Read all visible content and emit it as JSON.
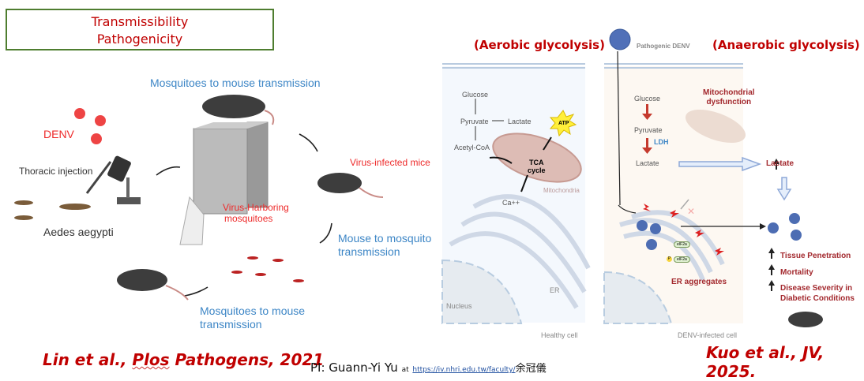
{
  "header": {
    "box_line1": "Transmissibility",
    "box_line2": "Pathogenicity"
  },
  "left_panel": {
    "denv_label": "DENV",
    "thoracic_injection": "Thoracic injection",
    "aedes_aegypti": "Aedes aegypti",
    "mosq_to_mouse_top": "Mosquitoes to mouse transmission",
    "virus_harboring_1": "Virus-Harboring",
    "virus_harboring_2": "mosquitoes",
    "virus_infected_mice": "Virus-infected mice",
    "mouse_to_mosq_1": "Mouse to mosquito",
    "mouse_to_mosq_2": "transmission",
    "mosq_to_mouse_bottom_1": "Mosquitoes to mouse",
    "mosq_to_mouse_bottom_2": "transmission",
    "citation_prefix": "Lin et al., ",
    "citation_journal": "Plos",
    "citation_suffix": " Pathogens, 2021"
  },
  "aerobic_panel": {
    "title": "(Aerobic glycolysis)",
    "glucose": "Glucose",
    "pyruvate": "Pyruvate",
    "lactate": "Lactate",
    "acetyl_coa": "Acetyl-CoA",
    "atp": "ATP",
    "tca_1": "TCA",
    "tca_2": "cycle",
    "mitochondria": "Mitochondria",
    "ca": "Ca++",
    "er": "ER",
    "nucleus": "Nucleus",
    "caption": "Healthy cell"
  },
  "anaerobic_panel": {
    "title": "(Anaerobic glycolysis)",
    "pathogenic_denv": "Pathogenic DENV",
    "glucose": "Glucose",
    "pyruvate": "Pyruvate",
    "ldh": "LDH",
    "lactate": "Lactate",
    "mito_dys_1": "Mitochondrial",
    "mito_dys_2": "dysfunction",
    "lactate_up": "Lactate",
    "eif2a": "eIF2a",
    "p": "P",
    "er_aggregates": "ER aggregates",
    "caption": "DENV-infected cell",
    "outcomes": [
      "Tissue Penetration",
      "Mortality",
      "Disease Severity in",
      "Diabetic Conditions"
    ],
    "citation": "Kuo et al., JV, 2025."
  },
  "footer": {
    "pi": "PI: Guann-Yi Yu",
    "at": "at",
    "link": "https://iv.nhri.edu.tw/faculty/",
    "chinese_name": "余冠儀"
  }
}
